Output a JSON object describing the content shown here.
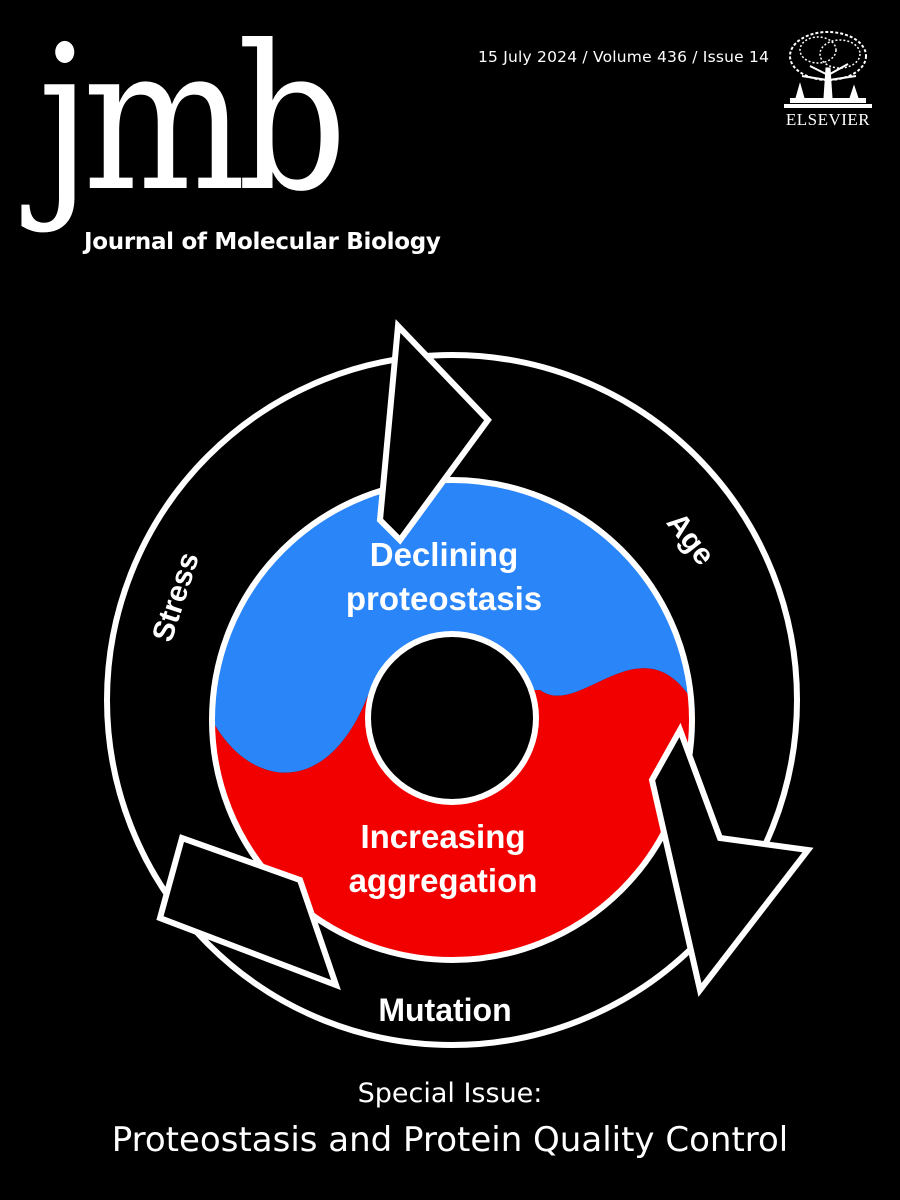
{
  "cover": {
    "issue_line": "15 July 2024 / Volume 436 / Issue 14",
    "masthead": "jmb",
    "journal_name": "Journal of Molecular Biology",
    "publisher": "ELSEVIER",
    "publisher_logo_icon": "elsevier-tree-icon"
  },
  "diagram": {
    "inner_top": [
      "Declining",
      "proteostasis"
    ],
    "inner_bottom": [
      "Increasing",
      "aggregation"
    ],
    "cycle_labels": {
      "left": "Stress",
      "right": "Age",
      "bottom": "Mutation"
    },
    "colors": {
      "blue": "#2a85f8",
      "red": "#f20000",
      "background": "#000000",
      "outline": "#ffffff"
    }
  },
  "special_issue": {
    "label": "Special Issue:",
    "title": "Proteostasis and Protein Quality Control"
  }
}
